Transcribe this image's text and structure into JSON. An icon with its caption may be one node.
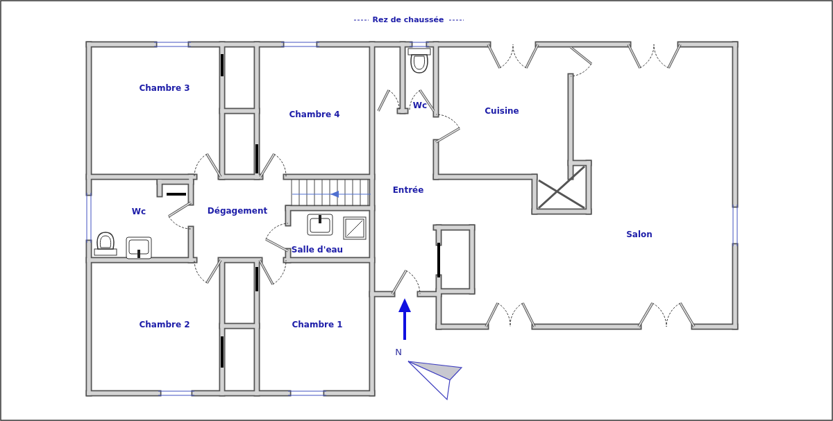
{
  "diagram": {
    "title": "Rez de chaussée",
    "nodes": [
      {
        "text": [
          "Chambre 3"
        ]
      },
      {
        "text": [
          "Chambre 4"
        ]
      },
      {
        "text": [
          "Wc"
        ]
      },
      {
        "text": [
          "Dégagement"
        ]
      },
      {
        "text": [
          "Salle d'eau"
        ]
      },
      {
        "text": [
          "Chambre 2"
        ]
      },
      {
        "text": [
          "Chambre 1"
        ]
      },
      {
        "text": [
          "Wc"
        ]
      },
      {
        "text": [
          "Cuisine"
        ]
      },
      {
        "text": [
          "Entrée"
        ]
      },
      {
        "text": [
          "Salon"
        ]
      }
    ],
    "labels": [
      "N"
    ]
  }
}
